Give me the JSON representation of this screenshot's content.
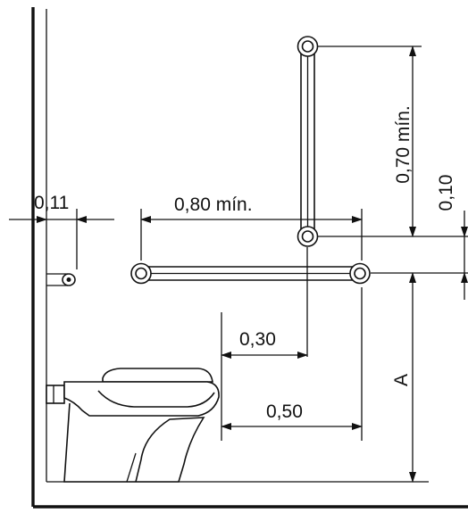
{
  "dimensions": {
    "wall_to_paper_holder": "0,11",
    "horizontal_bar_length": "0,80 mín.",
    "vertical_bar_length": "0,70 mín.",
    "bar_overlap": "0,10",
    "vertical_bar_offset": "0,30",
    "horizontal_bar_offset": "0,50",
    "bar_height": "A"
  },
  "colors": {
    "line": "#111111",
    "background": "#ffffff"
  }
}
